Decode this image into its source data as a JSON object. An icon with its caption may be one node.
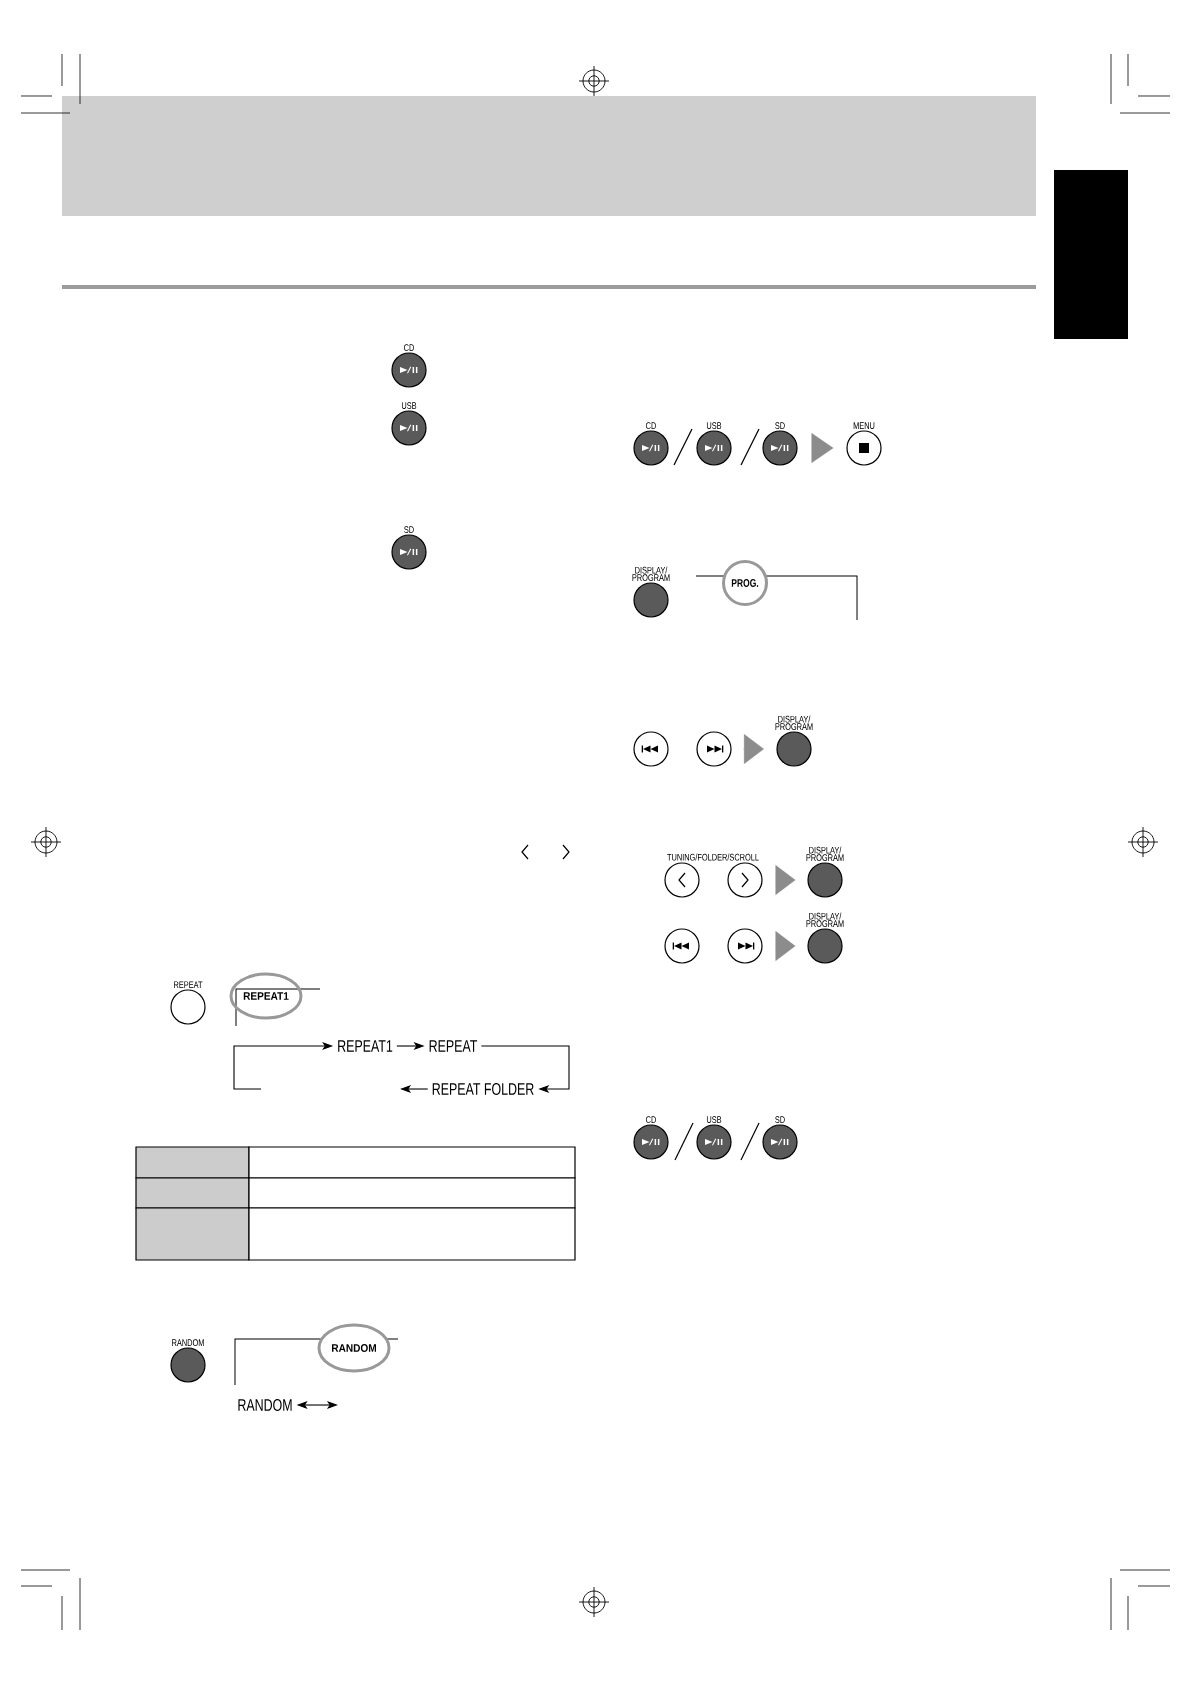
{
  "diagram": {
    "nodes": [
      {
        "text": [
          "CD"
        ]
      },
      {
        "text": [
          "USB"
        ]
      },
      {
        "text": [
          "SD"
        ]
      },
      {
        "text": [
          "REPEAT"
        ]
      },
      {
        "text": [
          "REPEAT1"
        ]
      },
      {
        "text": [
          "REPEAT1"
        ]
      },
      {
        "text": [
          "REPEAT"
        ]
      },
      {
        "text": [
          "REPEAT FOLDER"
        ]
      },
      {
        "text": [
          "RANDOM"
        ]
      },
      {
        "text": [
          "RANDOM"
        ]
      },
      {
        "text": [
          "RANDOM"
        ]
      },
      {
        "text": [
          "CD"
        ]
      },
      {
        "text": [
          "USB"
        ]
      },
      {
        "text": [
          "SD"
        ]
      },
      {
        "text": [
          "MENU"
        ]
      },
      {
        "text": [
          "DISPLAY/ PROGRAM"
        ]
      },
      {
        "text": [
          "PROG."
        ]
      },
      {
        "text": [],
        "shape": "circle"
      },
      {
        "text": [],
        "shape": "circle"
      },
      {
        "text": [
          "DISPLAY/ PROGRAM"
        ]
      },
      {
        "text": [],
        "shape": "circle"
      },
      {
        "text": [],
        "shape": "circle"
      },
      {
        "text": [
          "DISPLAY/ PROGRAM"
        ]
      },
      {
        "text": [],
        "shape": "circle"
      },
      {
        "text": [],
        "shape": "circle"
      },
      {
        "text": [
          "DISPLAY/ PROGRAM"
        ]
      },
      {
        "text": [
          "CD"
        ]
      },
      {
        "text": [
          "USB"
        ]
      },
      {
        "text": [
          "SD"
        ]
      },
      {
        "text": [],
        "shape": "box"
      }
    ],
    "edges": [
      {
        "from": 5,
        "to": 6,
        "arrow": "to"
      },
      {
        "from": 6,
        "to": 7,
        "arrow": "to"
      },
      {
        "from": 7,
        "to": null,
        "arrow": "to"
      },
      {
        "from": null,
        "to": 5,
        "arrow": "to"
      },
      {
        "from": 10,
        "to": null,
        "arrow": "both"
      },
      {
        "from": 13,
        "to": 14,
        "arrow": "to",
        "color": "#8c8c8c"
      },
      {
        "from": 18,
        "to": 19,
        "arrow": "to",
        "color": "#8c8c8c"
      },
      {
        "from": 21,
        "to": 22,
        "arrow": "to",
        "color": "#8c8c8c"
      },
      {
        "from": 24,
        "to": 25,
        "arrow": "to",
        "color": "#8c8c8c"
      }
    ],
    "labels": [
      "TUNING/FOLDER/SCROLL"
    ]
  }
}
